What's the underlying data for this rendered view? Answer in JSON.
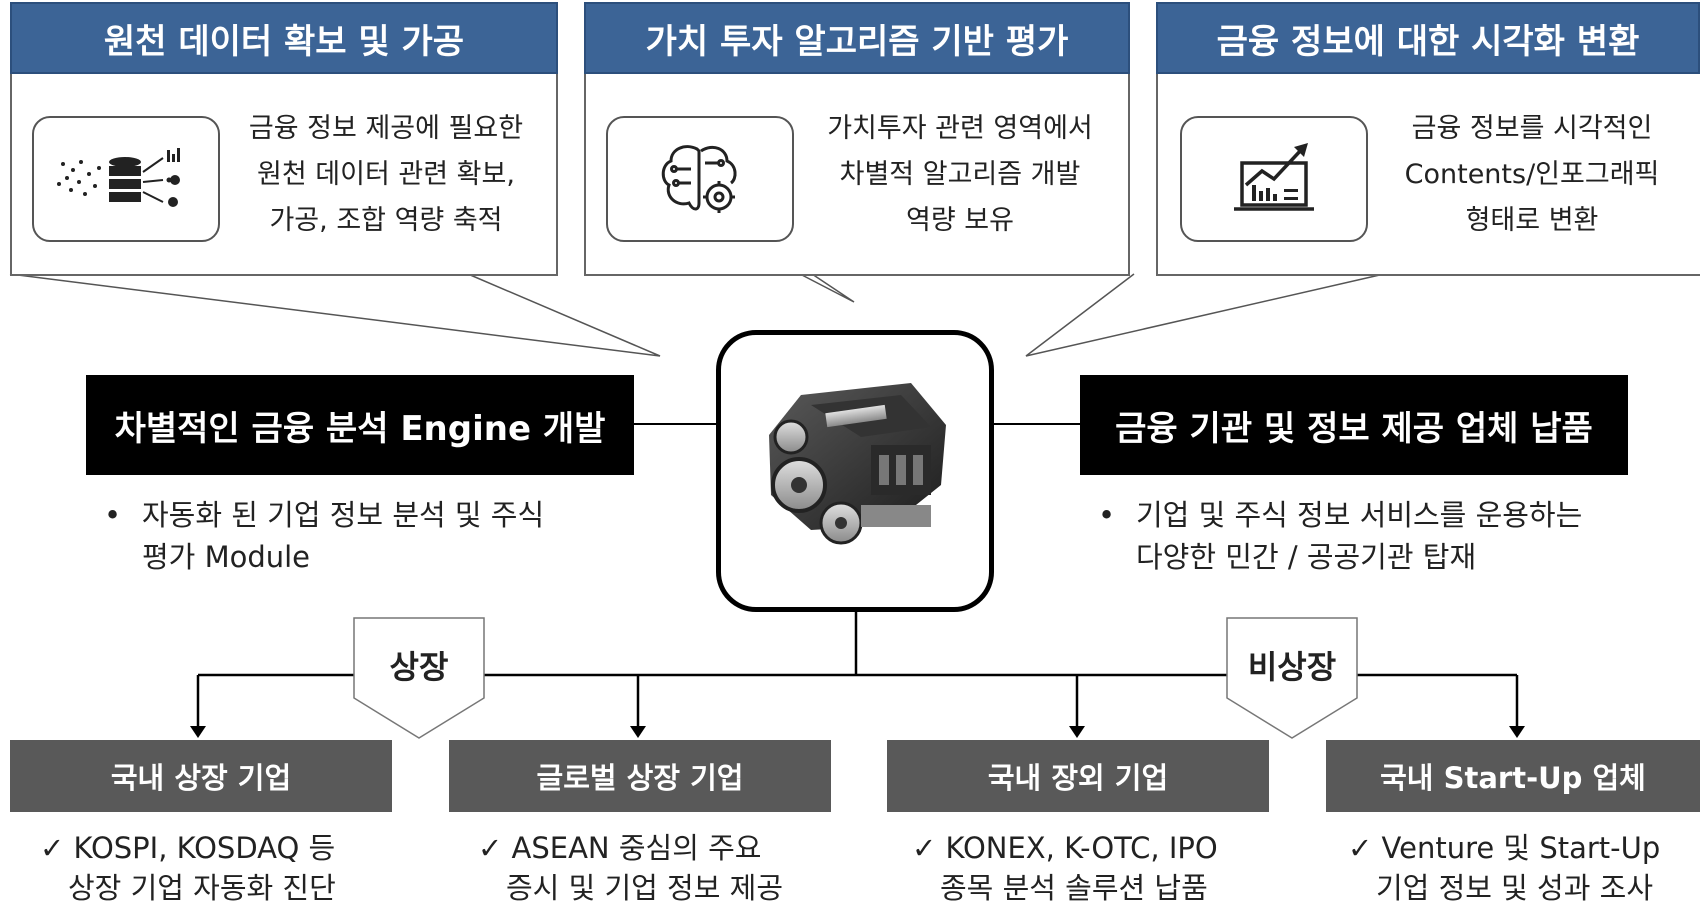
{
  "panels": [
    {
      "title": "원천 데이터 확보 및 가공",
      "icon": "data-source-icon",
      "lines": [
        "금융 정보 제공에 필요한",
        "원천 데이터 관련 확보,",
        "가공, 조합 역량 축적"
      ]
    },
    {
      "title": "가치 투자 알고리즘 기반 평가",
      "icon": "ai-brain-icon",
      "lines": [
        "가치투자 관련 영역에서",
        "차별적 알고리즘 개발",
        "역량 보유"
      ]
    },
    {
      "title": "금융 정보에 대한 시각화 변환",
      "icon": "chart-laptop-icon",
      "lines": [
        "금융 정보를 시각적인",
        "Contents/인포그래픽",
        "형태로 변환"
      ]
    }
  ],
  "center": {
    "image": "engine-image"
  },
  "left_block": {
    "title": "차별적인 금융 분석 Engine 개발",
    "bullet_lines": [
      "자동화 된 기업 정보 분석 및 주식",
      "평가 Module"
    ],
    "bullet_symbol": "•"
  },
  "right_block": {
    "title": "금융 기관 및 정보 제공 업체 납품",
    "bullet_lines": [
      "기업 및 주식 정보 서비스를 운용하는",
      "다양한 민간 / 공공기관 탑재"
    ],
    "bullet_symbol": "•"
  },
  "tags": {
    "listed": "상장",
    "unlisted": "비상장"
  },
  "targets": [
    {
      "title": "국내 상장 기업",
      "lines": [
        "✓ KOSPI, KOSDAQ 등",
        "상장 기업 자동화 진단"
      ]
    },
    {
      "title": "글로벌 상장 기업",
      "lines": [
        "✓ ASEAN 중심의 주요",
        "증시 및 기업 정보 제공"
      ]
    },
    {
      "title": "국내 장외 기업",
      "lines": [
        "✓ KONEX, K-OTC, IPO",
        "종목 분석 솔루션 납품"
      ]
    },
    {
      "title": "국내 Start-Up 업체",
      "lines": [
        "✓ Venture 및 Start-Up",
        "기업 정보 및 성과 조사"
      ]
    }
  ],
  "colors": {
    "panel_header": "#3c6496",
    "dark_box": "#000000",
    "target_box": "#595959"
  }
}
